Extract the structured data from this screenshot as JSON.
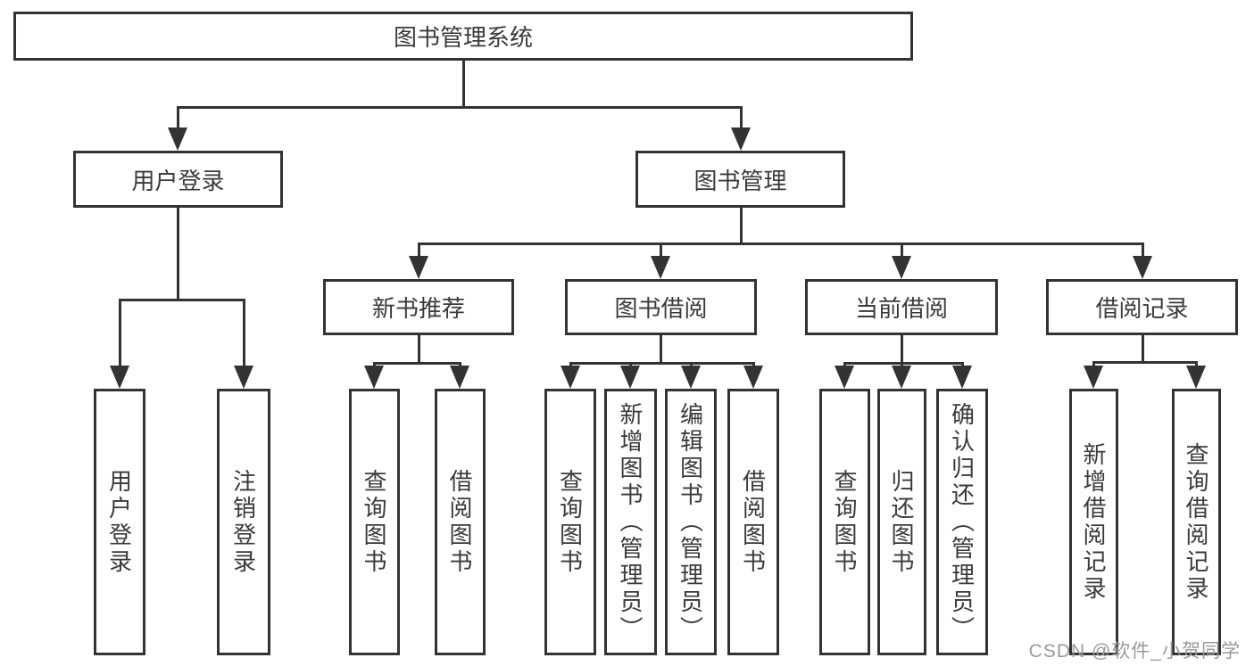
{
  "nodes": {
    "root": "图书管理系统",
    "user": {
      "label": "用户登录",
      "children": [
        "用户登录",
        "注销登录"
      ]
    },
    "manage": {
      "label": "图书管理",
      "sections": [
        {
          "label": "新书推荐",
          "children": [
            "查询图书",
            "借阅图书"
          ]
        },
        {
          "label": "图书借阅",
          "children": [
            "查询图书",
            "新增图书（管理员）",
            "编辑图书（管理员）",
            "借阅图书"
          ]
        },
        {
          "label": "当前借阅",
          "children": [
            "查询图书",
            "归还图书",
            "确认归还（管理员）"
          ]
        },
        {
          "label": "借阅记录",
          "children": [
            "新增借阅记录",
            "查询借阅记录"
          ]
        }
      ]
    }
  },
  "watermark": "CSDN @软件_小贺同学",
  "colors": {
    "line": "#333333",
    "text": "#3a3a3a",
    "watermark": "#9a9a9a",
    "background": "#ffffff"
  }
}
